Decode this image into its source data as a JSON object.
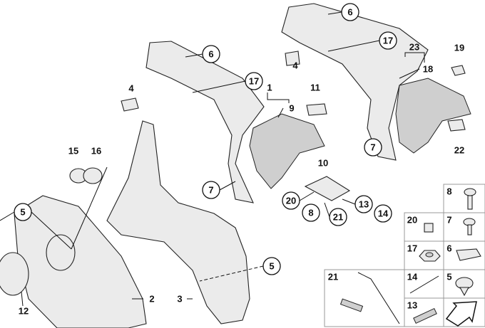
{
  "labels": {
    "l6a": "6",
    "l17a": "17",
    "l23": "23",
    "l18": "18",
    "l19": "19",
    "l4a": "4",
    "l4b": "4",
    "l6b": "6",
    "l17b": "17",
    "l1": "1",
    "l9": "9",
    "l11": "11",
    "l7a": "7",
    "l22": "22",
    "l10": "10",
    "l20": "20",
    "l8": "8",
    "l21": "21",
    "l13": "13",
    "l14": "14",
    "l7b": "7",
    "l15": "15",
    "l16": "16",
    "l5a": "5",
    "l5b": "5",
    "l12": "12",
    "l2": "2",
    "l3": "3"
  },
  "legend": {
    "c8": "8",
    "c20": "20",
    "c7": "7",
    "c17": "17",
    "c6": "6",
    "c21": "21",
    "c14": "14",
    "c5": "5",
    "c13": "13"
  }
}
